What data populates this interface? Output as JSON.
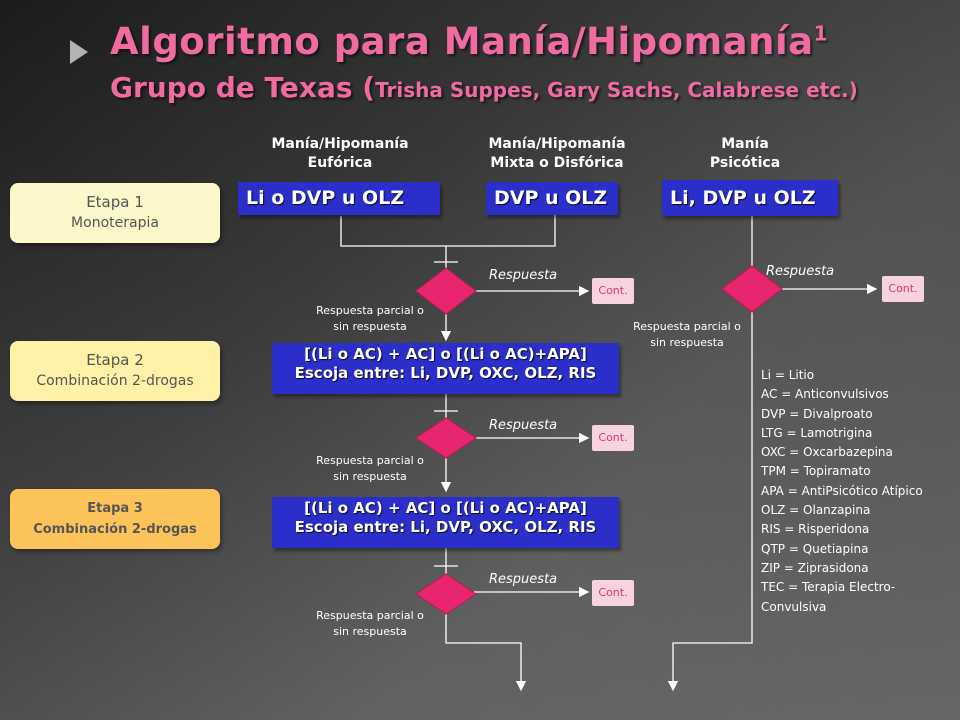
{
  "title": {
    "line1": "Algoritmo para Manía/Hipomanía",
    "superscript": "1",
    "line2_main": "Grupo de Texas (",
    "line2_authors": "Trisha Suppes, Gary Sachs, Calabrese etc.)"
  },
  "columns": [
    {
      "line1": "Manía/Hipomanía",
      "line2": "Eufórica"
    },
    {
      "line1": "Manía/Hipomanía",
      "line2": "Mixta o Disfórica"
    },
    {
      "line1": "Manía",
      "line2": "Psicótica"
    }
  ],
  "stages": [
    {
      "line1": "Etapa 1",
      "line2": "Monoterapia"
    },
    {
      "line1": "Etapa 2",
      "line2": "Combinación 2-drogas"
    },
    {
      "line1": "Etapa 3",
      "line2": "Combinación 2-drogas"
    }
  ],
  "monotherapy": [
    "Li o DVP u OLZ",
    "DVP u OLZ",
    "Li, DVP u OLZ"
  ],
  "combo_box": {
    "line1": "[(Li o AC) + AC] o [(Li o AC)+APA]",
    "line2": "Escoja entre: Li, DVP, OXC, OLZ, RIS"
  },
  "labels": {
    "response": "Respuesta",
    "partial_line1": "Respuesta parcial o",
    "partial_line2": "sin respuesta",
    "cont": "Cont."
  },
  "legend": [
    "Li = Litio",
    "AC = Anticonvulsivos",
    "DVP = Divalproato",
    "LTG = Lamotrigina",
    "OXC = Oxcarbazepina",
    "TPM = Topiramato",
    "APA = AntiPsicótico Atípico",
    "OLZ = Olanzapina",
    "RIS = Risperidona",
    "QTP = Quetiapina",
    "ZIP = Ziprasidona",
    "TEC = Terapia Electro-",
    "Convulsiva"
  ],
  "colors": {
    "title": "#f06ba1",
    "drug_box": "#2b2ec9",
    "decision": "#e8256f",
    "cont_bg": "#f7d3df",
    "cont_text": "#e2357a"
  }
}
